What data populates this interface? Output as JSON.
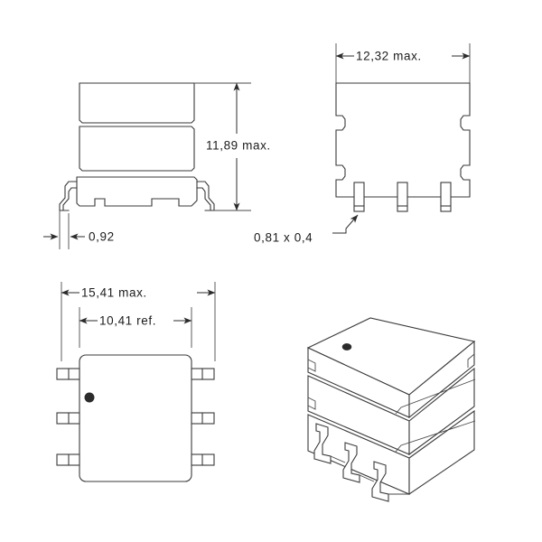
{
  "drawing": {
    "title": "SMD package outline drawing",
    "units_note": "mm",
    "line_color": "#3a3a3a",
    "text_color": "#1c1c1c",
    "background": "#ffffff"
  },
  "views": {
    "side_view": {
      "name": "side-view",
      "label": "",
      "stack_sections": 3,
      "has_gull_wing_leads": true
    },
    "front_view": {
      "name": "front-view",
      "label": "",
      "notches_per_side": 2,
      "visible_pins": 3
    },
    "bottom_view": {
      "name": "bottom-view",
      "label": "",
      "leads_per_side": 3,
      "polarity_dot": true
    },
    "isometric_view": {
      "name": "isometric-view",
      "label": "",
      "stack_sections": 3,
      "visible_leads": 3,
      "polarity_dot": true
    }
  },
  "dimensions": {
    "height_max": {
      "value": "11,89",
      "qualifier": "max.",
      "text": "11,89  max.",
      "orientation": "vertical",
      "applies_to": "side-view"
    },
    "lead_width": {
      "value": "0,92",
      "qualifier": "",
      "text": "0,92",
      "orientation": "horizontal",
      "applies_to": "side-view"
    },
    "width_max": {
      "value": "12,32",
      "qualifier": "max.",
      "text": "12,32  max.",
      "orientation": "horizontal",
      "applies_to": "front-view"
    },
    "pin_cross_section": {
      "value": "0,81 x 0,4",
      "qualifier": "",
      "text": "0,81  x  0,4",
      "orientation": "leader",
      "applies_to": "front-view"
    },
    "length_max": {
      "value": "15,41",
      "qualifier": "max.",
      "text": "15,41  max.",
      "orientation": "horizontal",
      "applies_to": "bottom-view"
    },
    "body_length_ref": {
      "value": "10,41",
      "qualifier": "ref.",
      "text": "10,41  ref.",
      "orientation": "horizontal",
      "applies_to": "bottom-view"
    }
  }
}
